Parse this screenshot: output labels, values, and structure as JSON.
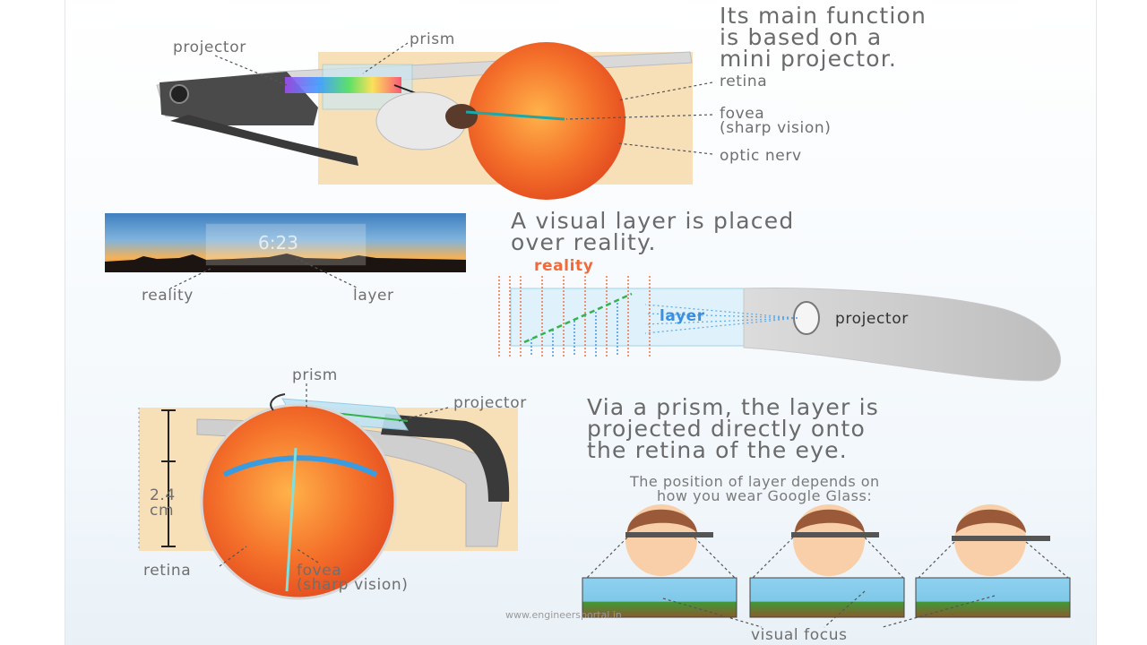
{
  "headings": {
    "main_function": [
      "Its main function",
      "is based on a",
      "mini projector."
    ],
    "visual_layer": [
      "A visual layer is placed",
      "over reality."
    ],
    "via_prism": [
      "Via a prism, the layer is",
      "projected directly onto",
      "the retina of the eye."
    ],
    "position_note": [
      "The position of layer depends on",
      "how you wear Google Glass:"
    ]
  },
  "labels": {
    "projector_top": "projector",
    "prism_top": "prism",
    "retina_top": "retina",
    "fovea_top": "fovea",
    "sharp_vision_top": "(sharp vision)",
    "optic_nerv": "optic nerv",
    "photo_time": "6:23",
    "reality_photo": "reality",
    "layer_photo": "layer",
    "reality_rays": "reality",
    "layer_rays": "layer",
    "projector_rays": "projector",
    "prism_bottom": "prism",
    "projector_bottom": "projector",
    "measure_value": "2.4",
    "measure_unit": "cm",
    "retina_bottom": "retina",
    "fovea_bottom": "fovea",
    "sharp_vision_bottom": "(sharp vision)",
    "visual_focus": "visual focus",
    "watermark": "www.engineersportal.in"
  },
  "colors": {
    "text": "#6f6f6f",
    "reality_orange": "#f06a3a",
    "layer_blue": "#3a8fe0",
    "layer_green": "#35b24a",
    "eye_orange": "#f26a2a",
    "frame_dark": "#3a3a3a",
    "skin": "#f7dfb8"
  }
}
